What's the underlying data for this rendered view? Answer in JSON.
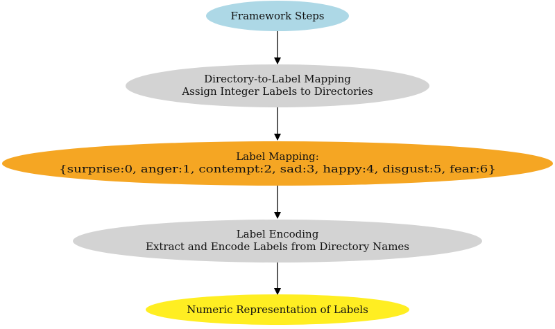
{
  "diagram": {
    "nodes": [
      {
        "id": "framework-steps",
        "lines": [
          "Framework Steps"
        ],
        "color": "#add8e6"
      },
      {
        "id": "directory-to-label-mapping",
        "lines": [
          "Directory-to-Label Mapping",
          "Assign Integer Labels to Directories"
        ],
        "color": "#d3d3d3"
      },
      {
        "id": "label-mapping",
        "lines": [
          "Label Mapping:",
          "{surprise:0, anger:1, contempt:2, sad:3, happy:4, disgust:5, fear:6}"
        ],
        "color": "#f5a623"
      },
      {
        "id": "label-encoding",
        "lines": [
          "Label Encoding",
          "Extract and Encode Labels from Directory Names"
        ],
        "color": "#d3d3d3"
      },
      {
        "id": "numeric-representation",
        "lines": [
          "Numeric Representation of Labels"
        ],
        "color": "#ffee22"
      }
    ],
    "edges": [
      {
        "from": "framework-steps",
        "to": "directory-to-label-mapping"
      },
      {
        "from": "directory-to-label-mapping",
        "to": "label-mapping"
      },
      {
        "from": "label-mapping",
        "to": "label-encoding"
      },
      {
        "from": "label-encoding",
        "to": "numeric-representation"
      }
    ],
    "arrow_color": "#000000"
  }
}
